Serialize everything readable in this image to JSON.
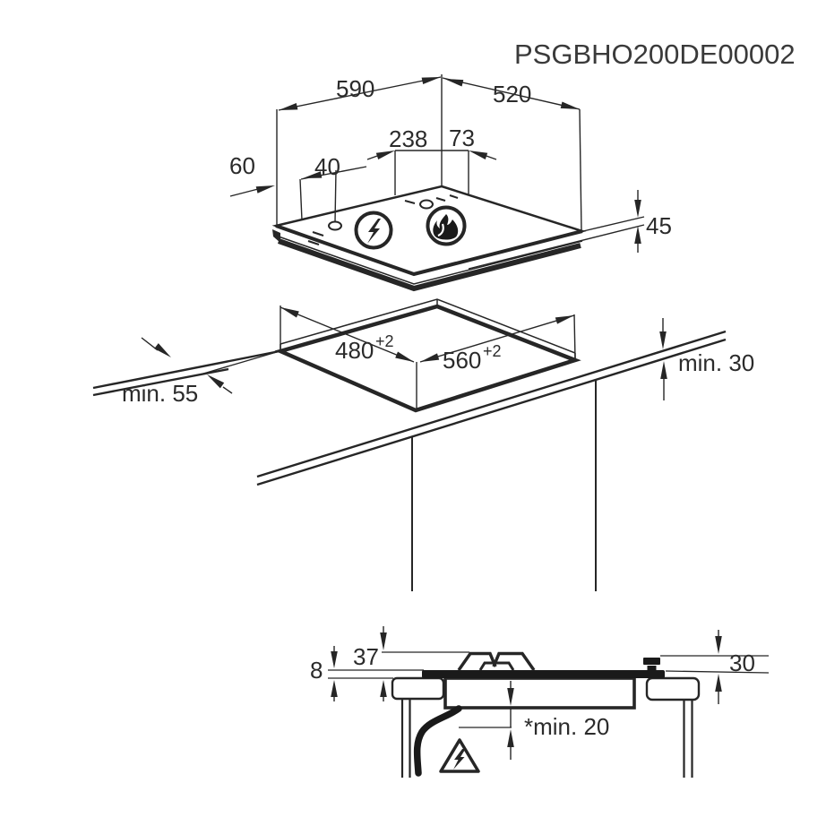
{
  "product_code": "PSGBHO200DE00002",
  "colors": {
    "line": "#262626",
    "text": "#2b2b2b",
    "background": "#ffffff"
  },
  "top_view": {
    "hob_width": "590",
    "hob_depth": "520",
    "dim_238": "238",
    "dim_73": "73",
    "dim_60": "60",
    "dim_40": "40",
    "hob_height": "45",
    "icons": {
      "electric": "lightning-circle-icon",
      "gas": "flame-circle-icon"
    }
  },
  "cutout_view": {
    "cutout_width": "480",
    "cutout_width_tolerance": "+2",
    "cutout_depth": "560",
    "cutout_depth_tolerance": "+2",
    "min_side_clearance": "min. 55",
    "min_worktop_thickness": "min. 30"
  },
  "section_view": {
    "dim_37": "37",
    "dim_8": "8",
    "dim_30": "30",
    "min_clearance_below": "*min. 20",
    "icons": {
      "hazard": "electric-warning-triangle-icon"
    }
  }
}
